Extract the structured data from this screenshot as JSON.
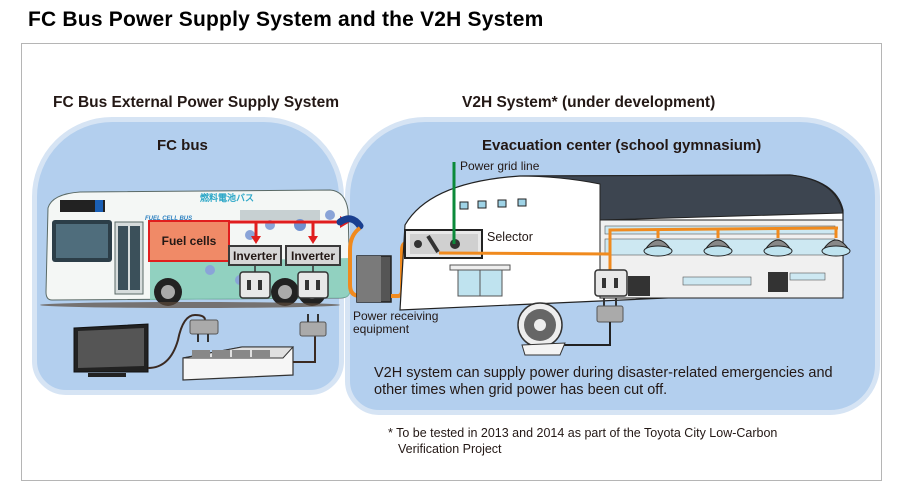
{
  "title": "FC Bus Power Supply System and the V2H System",
  "left_section": {
    "heading": "FC Bus External Power Supply System",
    "panel_title": "FC bus",
    "labels": {
      "fuel_cells": "Fuel cells",
      "inverter_1": "Inverter",
      "inverter_2": "Inverter"
    },
    "bus_signage": {
      "fuel_cell_bus": "FUEL CELL BUS",
      "japanese": "燃料電池バス"
    }
  },
  "right_section": {
    "heading": "V2H System* (under development)",
    "panel_title": "Evacuation center (school gymnasium)",
    "labels": {
      "power_grid_line": "Power grid line",
      "selector": "Selector",
      "power_receiving_line1": "Power receiving",
      "power_receiving_line2": "equipment"
    },
    "description": "V2H system can supply power during disaster-related emergencies and other times when grid power has been cut off."
  },
  "footnote": {
    "line1": "* To be tested in 2013 and 2014 as part of the Toyota City Low-Carbon",
    "line2": "Verification Project"
  },
  "colors": {
    "panel_fill": "#b3cfee",
    "panel_rim": "#d6e4f4",
    "cable_orange": "#f08a1e",
    "grid_line_green": "#0b8a3a",
    "fuel_cell_fill": "#f08a67",
    "fuel_cell_border": "#e01e1e",
    "arrow_red": "#e01e1e"
  }
}
